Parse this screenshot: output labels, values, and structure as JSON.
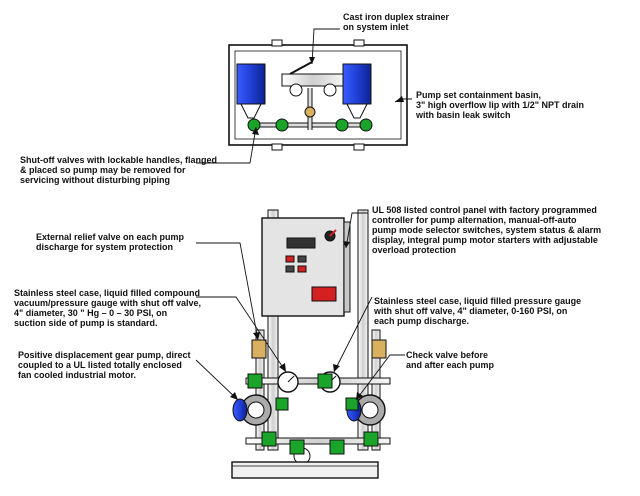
{
  "callouts": {
    "strainer": {
      "lines": [
        "Cast iron duplex strainer",
        "on system inlet"
      ]
    },
    "basin": {
      "lines": [
        "Pump set containment basin,",
        "3\" high overflow lip with 1/2\" NPT drain",
        "with basin leak switch"
      ]
    },
    "shutoff": {
      "lines": [
        "Shut-off valves with lockable handles, flanged",
        "& placed so pump may be removed for",
        "servicing without disturbing piping"
      ]
    },
    "relief": {
      "lines": [
        "External relief valve on each pump",
        "discharge for system protection"
      ]
    },
    "panel": {
      "lines": [
        "UL 508 listed control panel with factory programmed",
        "controller for pump alternation, manual-off-auto",
        "pump mode selector switches, system status & alarm",
        "display, integral pump motor starters with adjustable",
        "overload protection"
      ]
    },
    "compound_gauge": {
      "lines": [
        "Stainless steel case, liquid filled compound",
        "vacuum/pressure gauge with shut off valve,",
        "4\" diameter, 30 \" Hg – 0 – 30 PSI, on",
        "suction side of pump is standard."
      ]
    },
    "pressure_gauge": {
      "lines": [
        "Stainless steel case, liquid filled pressure gauge",
        "with shut off valve, 4\" diameter, 0-160 PSI, on",
        "each pump discharge."
      ]
    },
    "gear_pump": {
      "lines": [
        "Positive displacement gear pump, direct",
        "coupled to a UL listed totally enclosed",
        "fan cooled industrial motor."
      ]
    },
    "check_valve": {
      "lines": [
        "Check valve before",
        "and after each pump"
      ]
    }
  },
  "colors": {
    "motor_blue": "#1f3fd6",
    "valve_green": "#1aa52a",
    "alarm_red": "#d42020",
    "brass": "#d8b060",
    "line": "#111111",
    "panel_gray": "#e4e4e4"
  }
}
